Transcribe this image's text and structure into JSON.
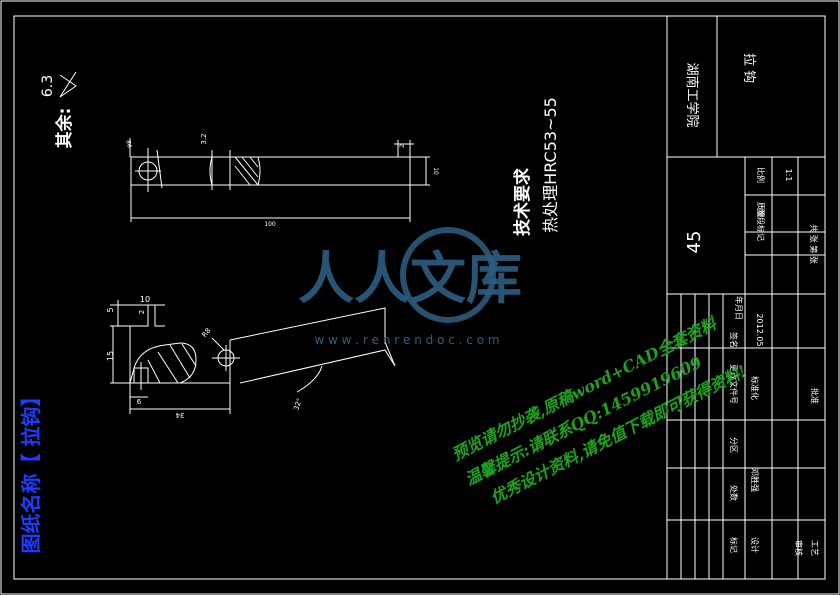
{
  "drawing": {
    "top_note_label": "其余:",
    "top_note_roughness": "6.3",
    "tech_req_title": "技术要求",
    "tech_req_line": "热处理HRC53~55",
    "material": "45",
    "side_title": "图纸名称【 拉钩】"
  },
  "title_block": {
    "school": "湖南工学院",
    "part_name": "拉 钩",
    "headers": [
      "阶段标记",
      "质量",
      "比例"
    ],
    "scale": "1:1",
    "sheet": "共 张 第 张",
    "rev_cols": [
      "标记",
      "处数",
      "分区",
      "更改文件号",
      "签名",
      "年月日"
    ],
    "rev_date": "2012.05",
    "rows": [
      "设计",
      "审核",
      "工艺",
      "标准化",
      "批准"
    ],
    "designer": "邓胜强"
  },
  "dimensions": {
    "top_view": [
      "φ8",
      "3.2",
      "2",
      "10",
      "100"
    ],
    "front_view": [
      "5",
      "10",
      "2",
      "15",
      "R8",
      "6",
      "34",
      "32°"
    ]
  },
  "watermark": {
    "logo": "人人文库",
    "url": "w w w . r e n r e n d o c . c o m",
    "line1": "预览请勿抄袭,原稿word+CAD全套资料",
    "line2": "温馨提示:请联系QQ:1459919609",
    "line3": "优秀设计资料,请免值下载即可获得资料!"
  },
  "colors": {
    "frame": "#ffffff",
    "title": "#1e3cff",
    "watermark": "#1fa01f",
    "logo": "#2d5f82"
  }
}
